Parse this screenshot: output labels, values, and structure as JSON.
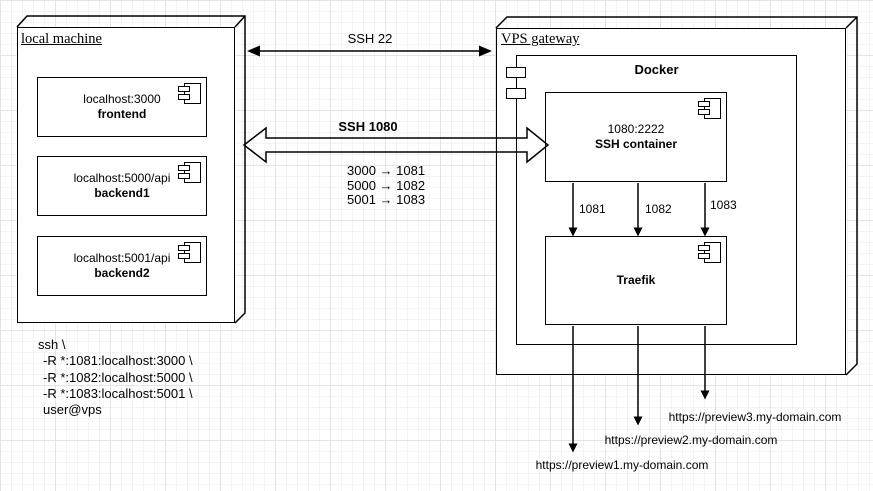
{
  "canvas": {
    "local_machine": {
      "title": "local machine",
      "components": [
        {
          "address": "localhost:3000",
          "name": "frontend"
        },
        {
          "address": "localhost:5000/api",
          "name": "backend1"
        },
        {
          "address": "localhost:5001/api",
          "name": "backend2"
        }
      ]
    },
    "vps_gateway": {
      "title": "VPS gateway",
      "docker": {
        "title": "Docker",
        "ssh_container": {
          "address": "1080:2222",
          "name": "SSH container"
        },
        "traefik": {
          "name": "Traefik"
        },
        "forward_port_labels": [
          "1081",
          "1082",
          "1083"
        ]
      }
    },
    "links": {
      "ssh22": "SSH 22",
      "ssh1080": "SSH 1080",
      "port_mappings": [
        "3000 → 1081",
        "5000 → 1082",
        "5001 → 1083"
      ]
    },
    "ssh_command_lines": [
      "ssh \\",
      "-R *:1081:localhost:3000 \\",
      "-R *:1082:localhost:5000 \\",
      "-R *:1083:localhost:5001 \\",
      "user@vps"
    ],
    "preview_urls": [
      "https://preview1.my-domain.com",
      "https://preview2.my-domain.com",
      "https://preview3.my-domain.com"
    ],
    "colors": {
      "stroke": "#000000",
      "background": "#ffffff",
      "grid_minor": "#f3f3f3",
      "grid_major": "#e4e4e4"
    }
  }
}
